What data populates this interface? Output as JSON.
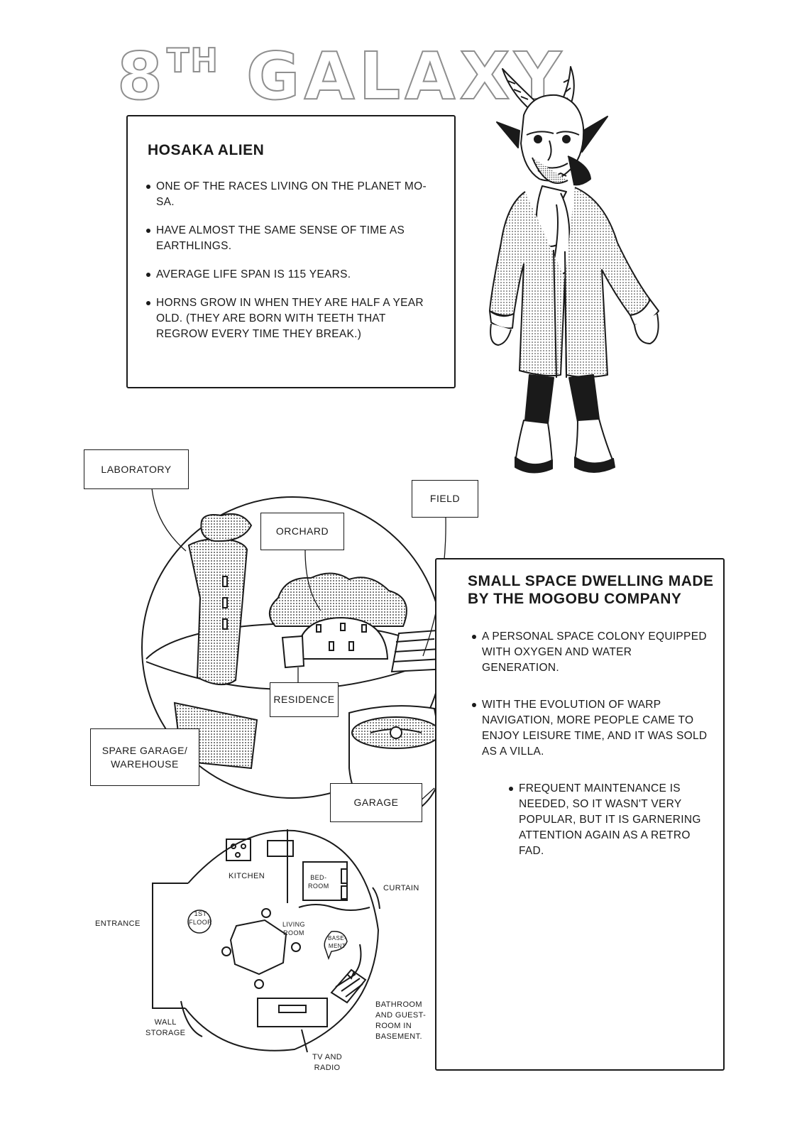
{
  "page_title": {
    "main": "8",
    "superscript": "TH",
    "rest": "GALAXY"
  },
  "alien": {
    "heading": "HOSAKA ALIEN",
    "bullets": [
      "ONE OF THE RACES LIVING ON THE PLANET MO-SA.",
      "HAVE ALMOST THE SAME SENSE OF TIME AS EARTHLINGS.",
      "AVERAGE LIFE SPAN IS 115 YEARS.",
      "HORNS GROW IN WHEN THEY ARE HALF A YEAR OLD. (THEY ARE BORN WITH TEETH THAT REGROW EVERY TIME THEY BREAK.)"
    ]
  },
  "dwelling": {
    "heading": "SMALL SPACE DWELLING MADE BY THE MOGOBU COMPANY",
    "bullets": [
      "A PERSONAL SPACE COLONY EQUIPPED WITH OXYGEN AND WATER GENERATION.",
      "WITH THE EVOLUTION OF WARP NAVIGATION, MORE PEOPLE CAME TO ENJOY LEISURE TIME, AND IT WAS SOLD AS A VILLA.",
      "FREQUENT MAINTENANCE IS NEEDED, SO IT WASN'T VERY POPULAR, BUT IT IS GARNERING ATTENTION AGAIN AS A RETRO FAD."
    ]
  },
  "diagram_labels": {
    "laboratory": "LABORATORY",
    "orchard": "ORCHARD",
    "field": "FIELD",
    "residence": "RESIDENCE",
    "spare_garage": "SPARE GARAGE/\nWAREHOUSE",
    "garage": "GARAGE"
  },
  "floor_plan": {
    "kitchen": "KITCHEN",
    "bedroom": "BED-\nROOM",
    "curtain": "CURTAIN",
    "entrance": "ENTRANCE",
    "first_floor": "1ST\nFLOOR",
    "living_room": "LIVING\nROOM",
    "basement": "BASE-\nMENT",
    "wall_storage": "WALL\nSTORAGE",
    "bathroom": "BATHROOM\nAND GUEST-\nROOM IN\nBASEMENT.",
    "tv_radio": "TV AND\nRADIO"
  }
}
